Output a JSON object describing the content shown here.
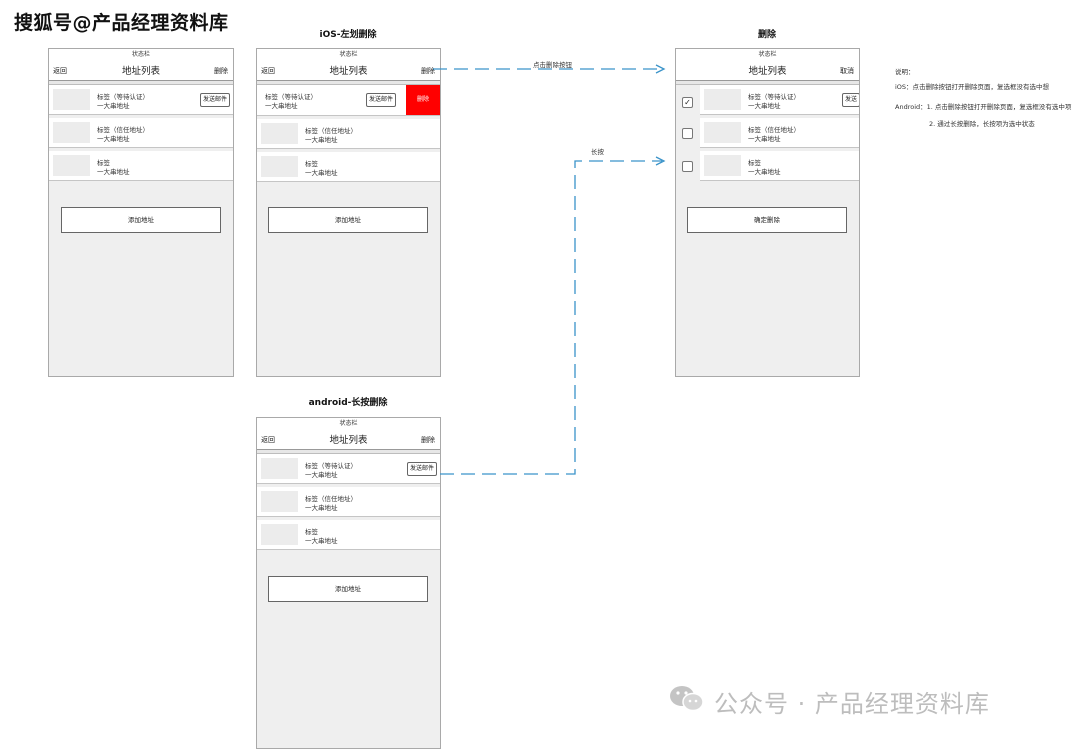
{
  "watermark_top": "搜狐号@产品经理资料库",
  "watermark_bottom": "公众号 · 产品经理资料库",
  "titles": {
    "ios": "iOS-左划删除",
    "android": "android-长按删除",
    "delete": "删除"
  },
  "phones": {
    "default": {
      "status": "状态栏",
      "back": "返回",
      "title": "地址列表",
      "right": "删除",
      "rows": [
        {
          "title": "标签（等待认证）",
          "addr": "一大串地址",
          "button": "发送邮件"
        },
        {
          "title": "标签（信任地址）",
          "addr": "一大串地址"
        },
        {
          "title": "标签",
          "addr": "一大串地址"
        }
      ],
      "add": "添加地址"
    },
    "ios": {
      "status": "状态栏",
      "back": "返回",
      "title": "地址列表",
      "right": "删除",
      "rows": [
        {
          "title": "标签（等待认证）",
          "addr": "一大串地址",
          "button": "发送邮件",
          "delete": "删除"
        },
        {
          "title": "标签（信任地址）",
          "addr": "一大串地址"
        },
        {
          "title": "标签",
          "addr": "一大串地址"
        }
      ],
      "add": "添加地址"
    },
    "android": {
      "status": "状态栏",
      "back": "返回",
      "title": "地址列表",
      "right": "删除",
      "rows": [
        {
          "title": "标签（等待认证）",
          "addr": "一大串地址",
          "button": "发送邮件"
        },
        {
          "title": "标签（信任地址）",
          "addr": "一大串地址"
        },
        {
          "title": "标签",
          "addr": "一大串地址"
        }
      ],
      "add": "添加地址"
    },
    "delete": {
      "status": "状态栏",
      "title": "地址列表",
      "right": "取消",
      "rows": [
        {
          "title": "标签（等待认证）",
          "addr": "一大串地址",
          "button": "发送",
          "checked": true
        },
        {
          "title": "标签（信任地址）",
          "addr": "一大串地址",
          "checked": false
        },
        {
          "title": "标签",
          "addr": "一大串地址",
          "checked": false
        }
      ],
      "confirm": "确定删除"
    }
  },
  "arrows": {
    "tap_delete": "点击删除按钮",
    "long_press": "长按"
  },
  "notes": {
    "heading": "说明：",
    "ios": "iOS：点击删除按钮打开删除页面，复选框没有选中想",
    "android_1": "Android：1. 点击删除按钮打开删除页面，复选框没有选中项",
    "android_2": "2. 通过长按删除，长按项为选中状态"
  },
  "colors": {
    "arrow": "#3a93c9",
    "delete_red": "#ff0000"
  }
}
